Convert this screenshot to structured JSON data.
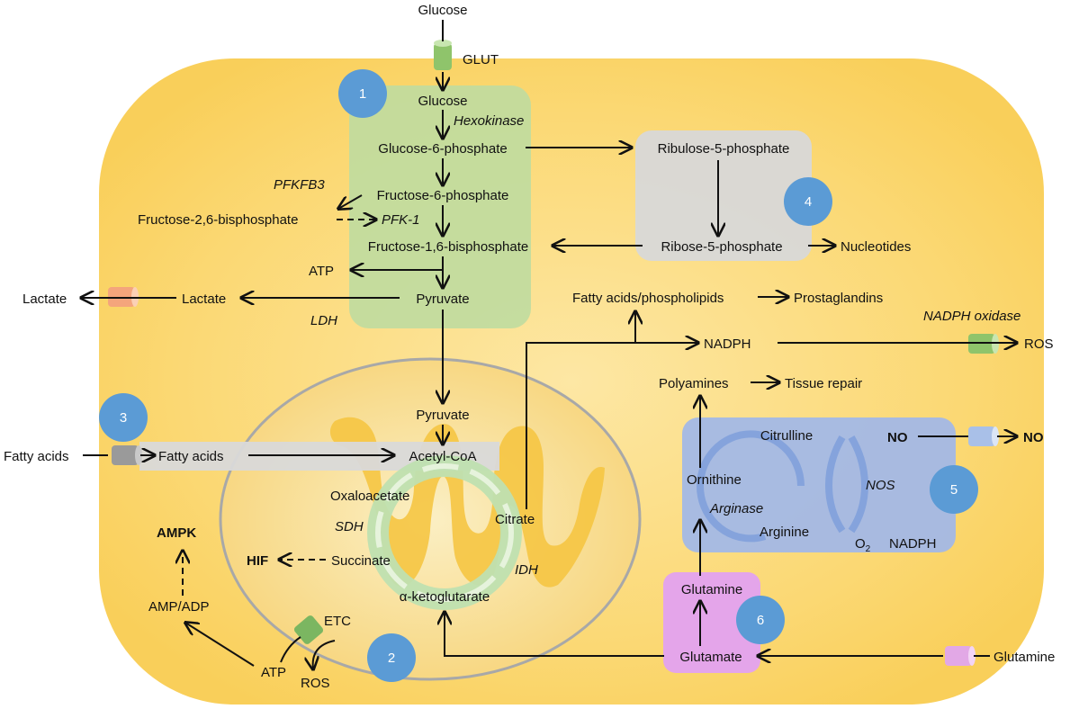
{
  "labels": {
    "glucose_ext": "Glucose",
    "glut": "GLUT",
    "glucose": "Glucose",
    "hexokinase": "Hexokinase",
    "g6p": "Glucose-6-phosphate",
    "ribulose5p": "Ribulose-5-phosphate",
    "pfkfb3": "PFKFB3",
    "f6p": "Fructose-6-phosphate",
    "f26bp": "Fructose-2,6-bisphosphate",
    "pfk1": "PFK-1",
    "f16bp": "Fructose-1,6-bisphosphate",
    "ribose5p": "Ribose-5-phosphate",
    "nucleotides": "Nucleotides",
    "atp_glyco": "ATP",
    "lactate_ext": "Lactate",
    "lactate": "Lactate",
    "pyruvate": "Pyruvate",
    "ldh": "LDH",
    "fa_pl": "Fatty acids/phospholipids",
    "prostaglandins": "Prostaglandins",
    "nadph_oxidase": "NADPH oxidase",
    "nadph": "NADPH",
    "ros_out": "ROS",
    "polyamines": "Polyamines",
    "tissue_repair": "Tissue repair",
    "pyruvate_mito": "Pyruvate",
    "fa_ext": "Fatty acids",
    "fa_int": "Fatty acids",
    "acetyl_coa": "Acetyl-CoA",
    "citrulline": "Citrulline",
    "no_in": "NO",
    "no_out": "NO",
    "ornithine": "Ornithine",
    "nos": "NOS",
    "oxaloacetate": "Oxaloacetate",
    "citrate": "Citrate",
    "arginase": "Arginase",
    "arginine": "Arginine",
    "o2": "O",
    "o2_sub": "2",
    "nadph_nos": "NADPH",
    "ampk": "AMPK",
    "sdh": "SDH",
    "hif": "HIF",
    "succinate": "Succinate",
    "idh": "IDH",
    "amp_adp": "AMP/ADP",
    "akg": "α-ketoglutarate",
    "glutamine_int": "Glutamine",
    "etc": "ETC",
    "atp_mito": "ATP",
    "ros_mito": "ROS",
    "glutamate": "Glutamate",
    "glutamine_ext": "Glutamine"
  },
  "badges": [
    "1",
    "2",
    "3",
    "4",
    "5",
    "6"
  ],
  "colors": {
    "cell": "#fbd46e",
    "mito": "#f6cf6b",
    "badge": "#5b9bd5",
    "glycolysis_box": "#c5dea4",
    "ppp_box": "#d9d9d9",
    "arginine_box": "#a4b9e4",
    "glutamine_box": "#e3a6e8",
    "fa_band": "#d9d9d9",
    "glut_transporter": "#8fc46b",
    "lactate_transporter": "#f4a57c",
    "fa_transporter": "#9e9e9e",
    "nadph_ox_transporter": "#8fc46b",
    "no_transporter": "#a9c0e8",
    "glutamine_transporter": "#e2a8e6",
    "etc_complex": "#7bb661"
  }
}
